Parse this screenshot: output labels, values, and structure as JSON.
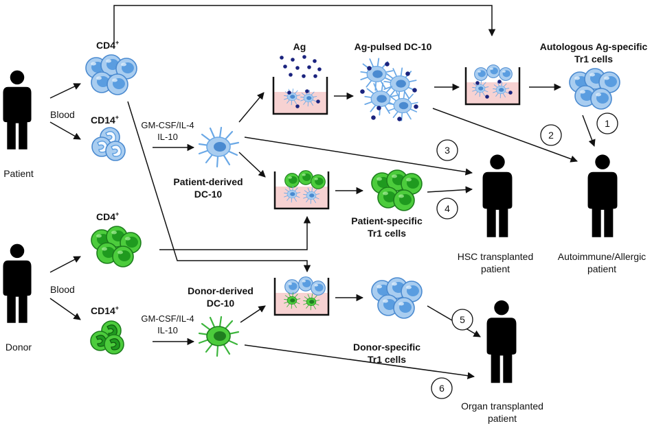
{
  "labels": {
    "patient": "Patient",
    "donor": "Donor",
    "blood_patient": "Blood",
    "blood_donor": "Blood",
    "cd4_patient": "CD4",
    "cd14_patient": "CD14",
    "cd4_donor": "CD4",
    "cd14_donor": "CD14",
    "plus": "+",
    "gmcsf_patient": "GM-CSF/IL-4",
    "il10_patient": "IL-10",
    "gmcsf_donor": "GM-CSF/IL-4",
    "il10_donor": "IL-10",
    "patient_dc10_l1": "Patient-derived",
    "patient_dc10_l2": "DC-10",
    "donor_dc10_l1": "Donor-derived",
    "donor_dc10_l2": "DC-10",
    "ag": "Ag",
    "ag_pulsed": "Ag-pulsed DC-10",
    "autologous_l1": "Autologous Ag-specific",
    "autologous_l2": "Tr1 cells",
    "patient_specific_l1": "Patient-specific",
    "patient_specific_l2": "Tr1 cells",
    "donor_specific_l1": "Donor-specific",
    "donor_specific_l2": "Tr1 cells",
    "hsc_l1": "HSC transplanted",
    "hsc_l2": "patient",
    "auto_l1": "Autoimmune/Allergic",
    "auto_l2": "patient",
    "organ_l1": "Organ transplanted",
    "organ_l2": "patient"
  },
  "steps": [
    "1",
    "2",
    "3",
    "4",
    "5",
    "6"
  ],
  "colors": {
    "blue_cell": "#a9cdf0",
    "blue_nucleus": "#5a9de0",
    "blue_outline": "#4a8ad0",
    "green_cell": "#4ccc3c",
    "green_nucleus": "#1f9a1f",
    "green_outline": "#1c7d1c",
    "well_fill": "#f7d2d2",
    "antigen": "#1a237e",
    "figure": "#000000"
  }
}
